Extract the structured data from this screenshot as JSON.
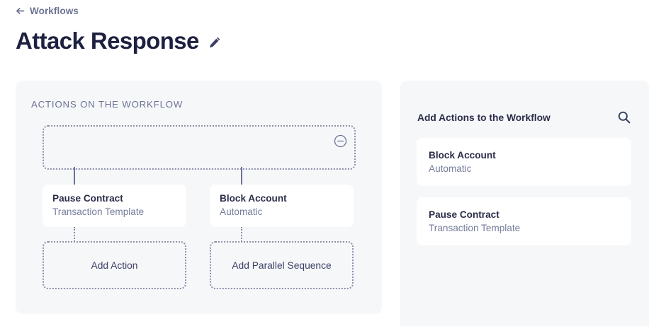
{
  "header": {
    "breadcrumb": {
      "icon": "arrow-left-icon",
      "label": "Workflows"
    },
    "title": "Attack Response",
    "edit_icon": "pencil-icon"
  },
  "workflow_panel": {
    "heading": "ACTIONS ON THE WORKFLOW",
    "root_slot": {
      "value": "",
      "remove_icon": "minus-circle-icon"
    },
    "branches": [
      {
        "card": {
          "title": "Pause Contract",
          "subtitle": "Transaction Template"
        },
        "add_button": "Add Action"
      },
      {
        "card": {
          "title": "Block Account",
          "subtitle": "Automatic"
        },
        "add_button": "Add Parallel Sequence"
      }
    ]
  },
  "library_panel": {
    "title": "Add Actions to the Workflow",
    "search_icon": "search-icon",
    "actions": [
      {
        "title": "Block Account",
        "subtitle": "Automatic"
      },
      {
        "title": "Pause Contract",
        "subtitle": "Transaction Template"
      }
    ]
  },
  "colors": {
    "panel_bg": "#f6f7f9",
    "card_bg": "#ffffff",
    "text_primary": "#2b2d4a",
    "text_secondary": "#767d9c",
    "dashed_border": "#8a90ab"
  }
}
